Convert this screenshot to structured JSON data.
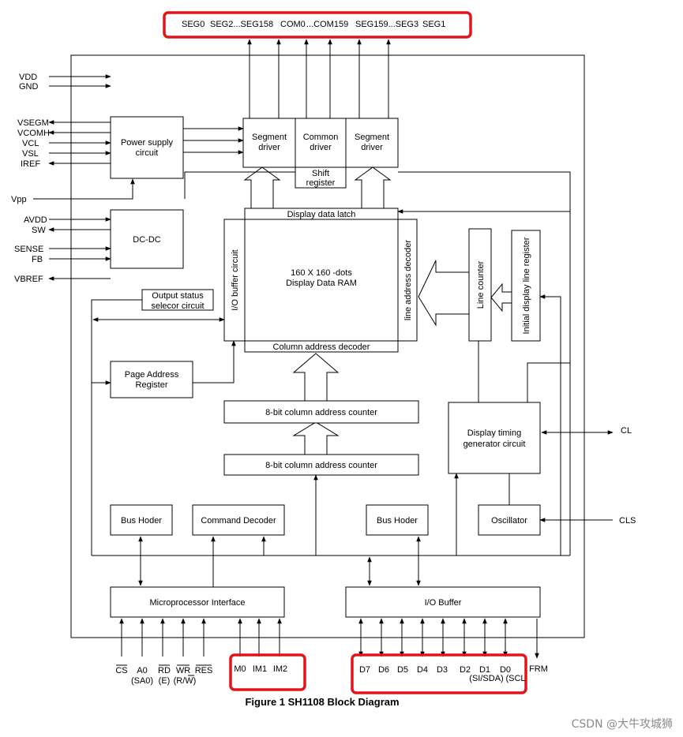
{
  "top_pins": [
    "SEG0",
    "SEG2...SEG158",
    "COM0",
    "...COM159",
    "SEG159...SEG3",
    "SEG1"
  ],
  "left_pins": {
    "vdd": "VDD",
    "gnd": "GND",
    "vsegm": "VSEGM",
    "vcomh": "VCOMH",
    "vcl": "VCL",
    "vsl": "VSL",
    "iref": "IREF",
    "vpp": "Vpp",
    "avdd": "AVDD",
    "sw": "SW",
    "sense": "SENSE",
    "fb": "FB",
    "vbref": "VBREF"
  },
  "right_pins": {
    "cl": "CL",
    "cls": "CLS"
  },
  "blocks": {
    "power_supply": [
      "Power supply",
      "circuit"
    ],
    "dc_dc": "DC-DC",
    "segment_driver_left": [
      "Segment",
      "driver"
    ],
    "common_driver": [
      "Common",
      "driver"
    ],
    "segment_driver_right": [
      "Segment",
      "driver"
    ],
    "shift_register": [
      "Shift",
      "register"
    ],
    "display_data_latch": "Display data latch",
    "io_buffer_circuit": "I/O buffer circuit",
    "ram": [
      "160 X 160 -dots",
      "Display Data RAM"
    ],
    "line_address_decoder": "line address decoder",
    "column_address_decoder": "Column address decoder",
    "line_counter": "Line counter",
    "initial_display_line_register": "Initial display line register",
    "output_status_selector": [
      "Output status",
      "selecor circuit"
    ],
    "page_address_register": [
      "Page Address",
      "Register"
    ],
    "column_counter_1": "8-bit column address counter",
    "column_counter_2": "8-bit column address counter",
    "display_timing": [
      "Display timing",
      "generator circuit"
    ],
    "bus_holder_left": "Bus Hoder",
    "command_decoder": "Command Decoder",
    "bus_holder_right": "Bus Hoder",
    "oscillator": "Oscillator",
    "microprocessor_interface": "Microprocessor Interface",
    "io_buffer": "I/O Buffer"
  },
  "bottom_pins_left": [
    "CS",
    "A0",
    "RD",
    "WR",
    "RES"
  ],
  "bottom_pins_left_sub": [
    "(SA0)",
    "(E)",
    "(R/W)"
  ],
  "mode_pins": [
    "M0",
    "IM1",
    "IM2"
  ],
  "data_pins": [
    "D7",
    "D6",
    "D5",
    "D4",
    "D3",
    "D2",
    "D1",
    "D0"
  ],
  "data_pins_sub": [
    "(SI/SDA)",
    "(SCL"
  ],
  "frm_pin": "FRM",
  "caption": "Figure 1 SH1108 Block Diagram",
  "watermark": "CSDN @大牛攻城狮",
  "colors": {
    "highlight": "#e0141a"
  }
}
